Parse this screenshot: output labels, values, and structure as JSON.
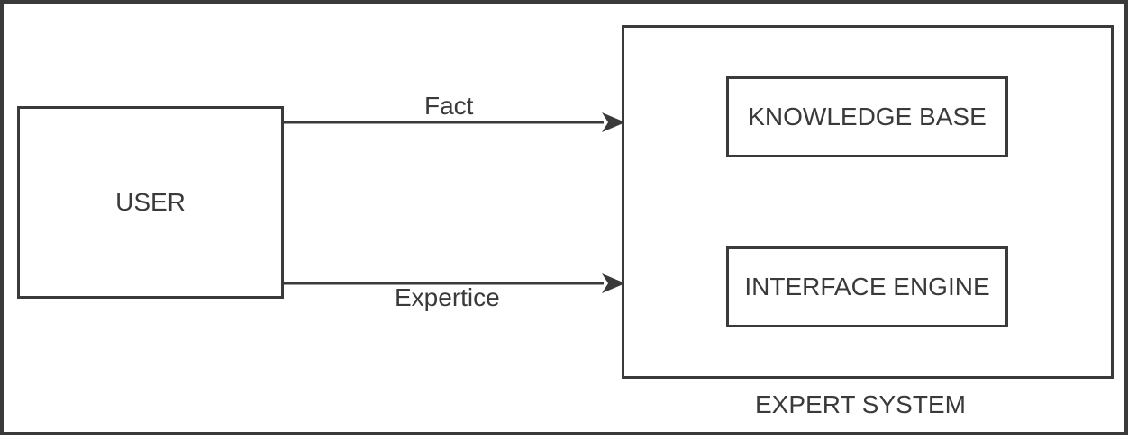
{
  "diagram": {
    "user": {
      "label": "USER"
    },
    "expert_system": {
      "label": "EXPERT SYSTEM",
      "knowledge_base": {
        "label": "KNOWLEDGE BASE"
      },
      "interface_engine": {
        "label": "INTERFACE ENGINE"
      }
    },
    "arrows": {
      "fact": {
        "label": "Fact"
      },
      "expertice": {
        "label": "Expertice"
      }
    }
  }
}
